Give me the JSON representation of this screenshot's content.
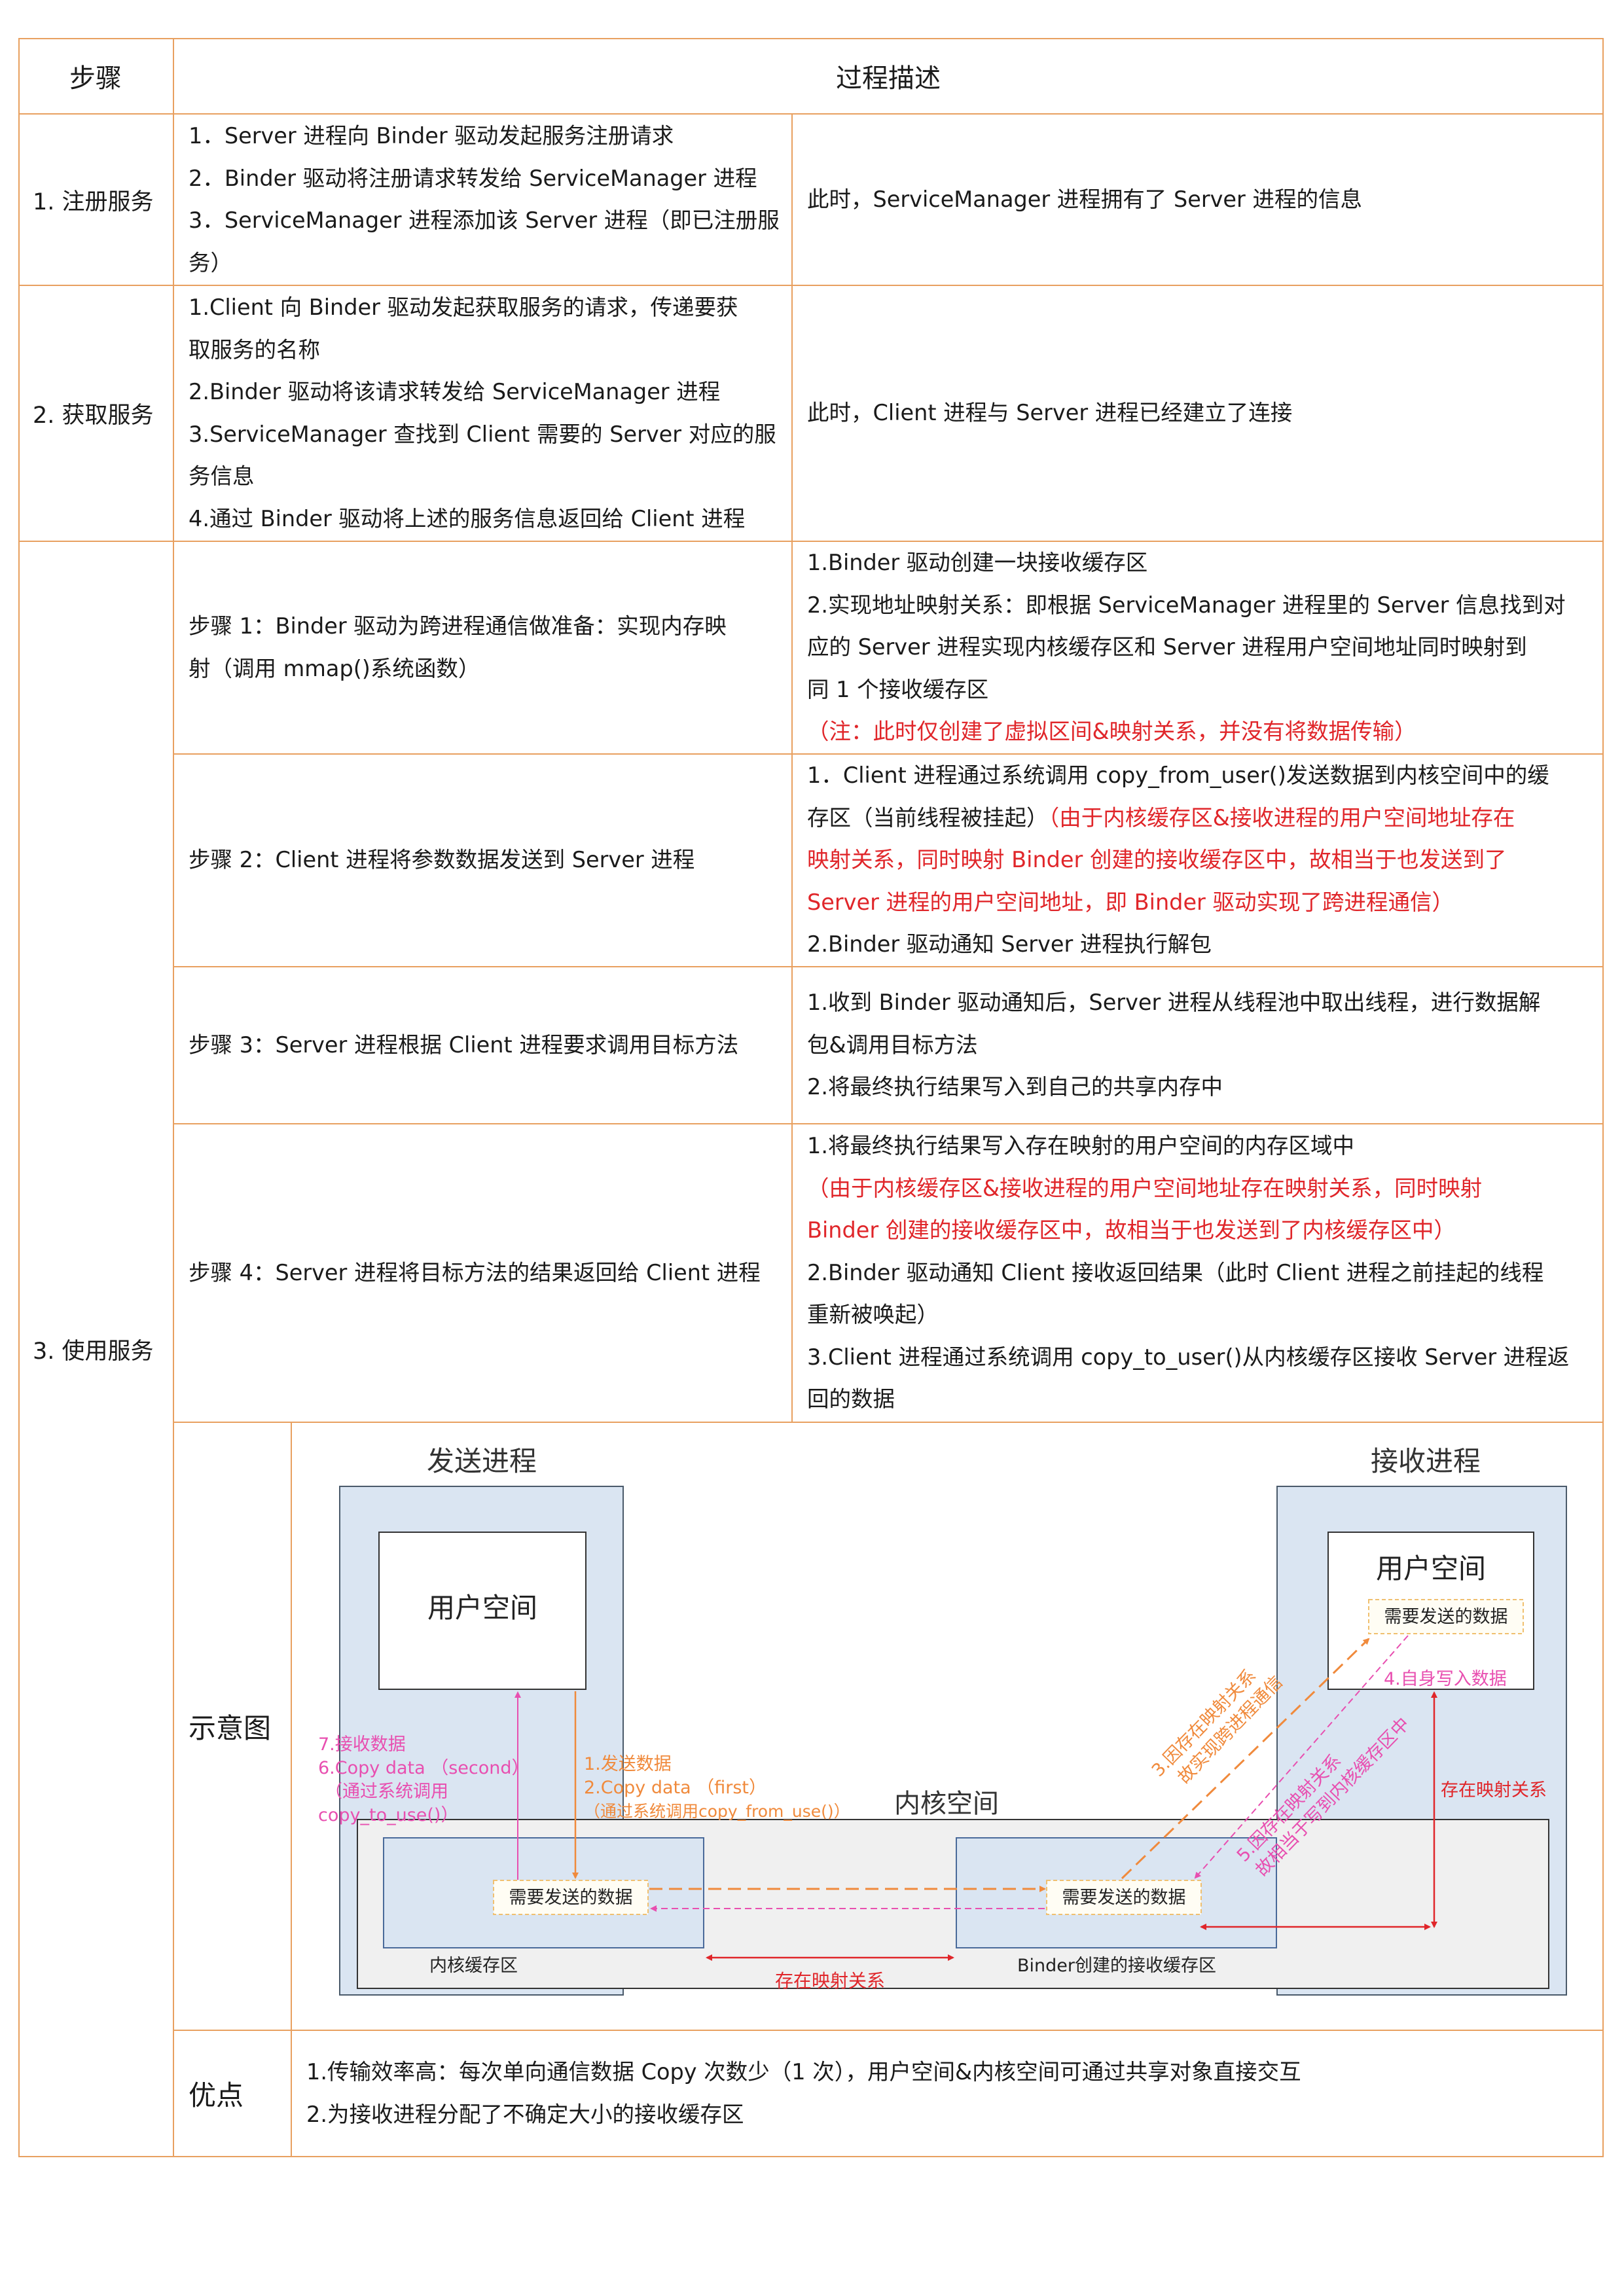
{
  "header": {
    "step": "步骤",
    "desc": "过程描述"
  },
  "rows": {
    "register": {
      "label": "1. 注册服务",
      "steps": [
        "1．Server 进程向 Binder 驱动发起服务注册请求",
        "2．Binder 驱动将注册请求转发给 ServiceManager 进程",
        "3．ServiceManager 进程添加该 Server 进程（即已注册服",
        "务）"
      ],
      "result": "此时，ServiceManager 进程拥有了 Server 进程的信息"
    },
    "obtain": {
      "label": "2. 获取服务",
      "steps": [
        "1.Client 向 Binder 驱动发起获取服务的请求，传递要获",
        "取服务的名称",
        "2.Binder 驱动将该请求转发给 ServiceManager 进程",
        "3.ServiceManager 查找到 Client 需要的 Server 对应的服",
        "务信息",
        "4.通过 Binder 驱动将上述的服务信息返回给 Client 进程"
      ],
      "result": "此时，Client 进程与 Server 进程已经建立了连接"
    },
    "use": {
      "label": "3. 使用服务",
      "s1": {
        "title": [
          "步骤 1：Binder 驱动为跨进程通信做准备：实现内存映",
          "射（调用 mmap()系统函数）"
        ],
        "lines": [
          "1.Binder 驱动创建一块接收缓存区",
          "2.实现地址映射关系：即根据 ServiceManager 进程里的 Server 信息找到对",
          "应的 Server 进程实现内核缓存区和 Server 进程用户空间地址同时映射到",
          "同 1 个接收缓存区"
        ],
        "note": "（注：此时仅创建了虚拟区间&映射关系，并没有将数据传输）"
      },
      "s2": {
        "title": "步骤 2：Client 进程将参数数据发送到 Server 进程",
        "l1": "1．Client 进程通过系统调用 copy_from_user()发送数据到内核空间中的缓",
        "l2a": "存区（当前线程被挂起）",
        "l2b": "（由于内核缓存区&接收进程的用户空间地址存在",
        "red": [
          "映射关系，同时映射 Binder 创建的接收缓存区中，故相当于也发送到了",
          "Server 进程的用户空间地址，即 Binder 驱动实现了跨进程通信）"
        ],
        "l5": "2.Binder 驱动通知 Server 进程执行解包"
      },
      "s3": {
        "title": "步骤 3：Server 进程根据 Client 进程要求调用目标方法",
        "lines": [
          "1.收到 Binder 驱动通知后，Server 进程从线程池中取出线程，进行数据解",
          "包&调用目标方法",
          "2.将最终执行结果写入到自己的共享内存中"
        ]
      },
      "s4": {
        "title": "步骤 4：Server 进程将目标方法的结果返回给 Client 进程",
        "l1": "1.将最终执行结果写入存在映射的用户空间的内存区域中",
        "red": [
          "（由于内核缓存区&接收进程的用户空间地址存在映射关系，同时映射",
          "Binder 创建的接收缓存区中，故相当于也发送到了内核缓存区中）"
        ],
        "rest": [
          "2.Binder 驱动通知 Client 接收返回结果（此时 Client 进程之前挂起的线程",
          "重新被唤起）",
          "3.Client 进程通过系统调用 copy_to_user()从内核缓存区接收 Server 进程返",
          "回的数据"
        ]
      },
      "diagram_label": "示意图",
      "advantage_label": "优点",
      "advantages": [
        "1.传输效率高：每次单向通信数据 Copy 次数少（1 次），用户空间&内核空间可通过共享对象直接交互",
        "2.为接收进程分配了不确定大小的接收缓存区"
      ]
    }
  },
  "diagram": {
    "sender": "发送进程",
    "receiver": "接收进程",
    "user_space": "用户空间",
    "kernel_space": "内核空间",
    "data": "需要发送的数据",
    "kernel_buffer": "内核缓存区",
    "recv_buffer": "Binder创建的接收缓存区",
    "mapping": "存在映射关系",
    "send_notes": [
      "1.发送数据",
      "2.Copy data （first）",
      "（通过系统调用copy_from_use()）"
    ],
    "recv_notes": [
      "7.接收数据",
      "6.Copy data （second）",
      "（通过系统调用",
      "copy_to_use()）"
    ],
    "step3": [
      "3.因存在映射关系",
      "故实现跨进程通信"
    ],
    "step4": "4.自身写入数据",
    "step5": [
      "5.因存在映射关系",
      "故相当于写到内核缓存区中"
    ],
    "colors": {
      "border": "#e8a060",
      "red": "#e0262a",
      "orange": "#f08a3c",
      "pink": "#e84fb0",
      "box_fill": "#dae5f2"
    }
  }
}
